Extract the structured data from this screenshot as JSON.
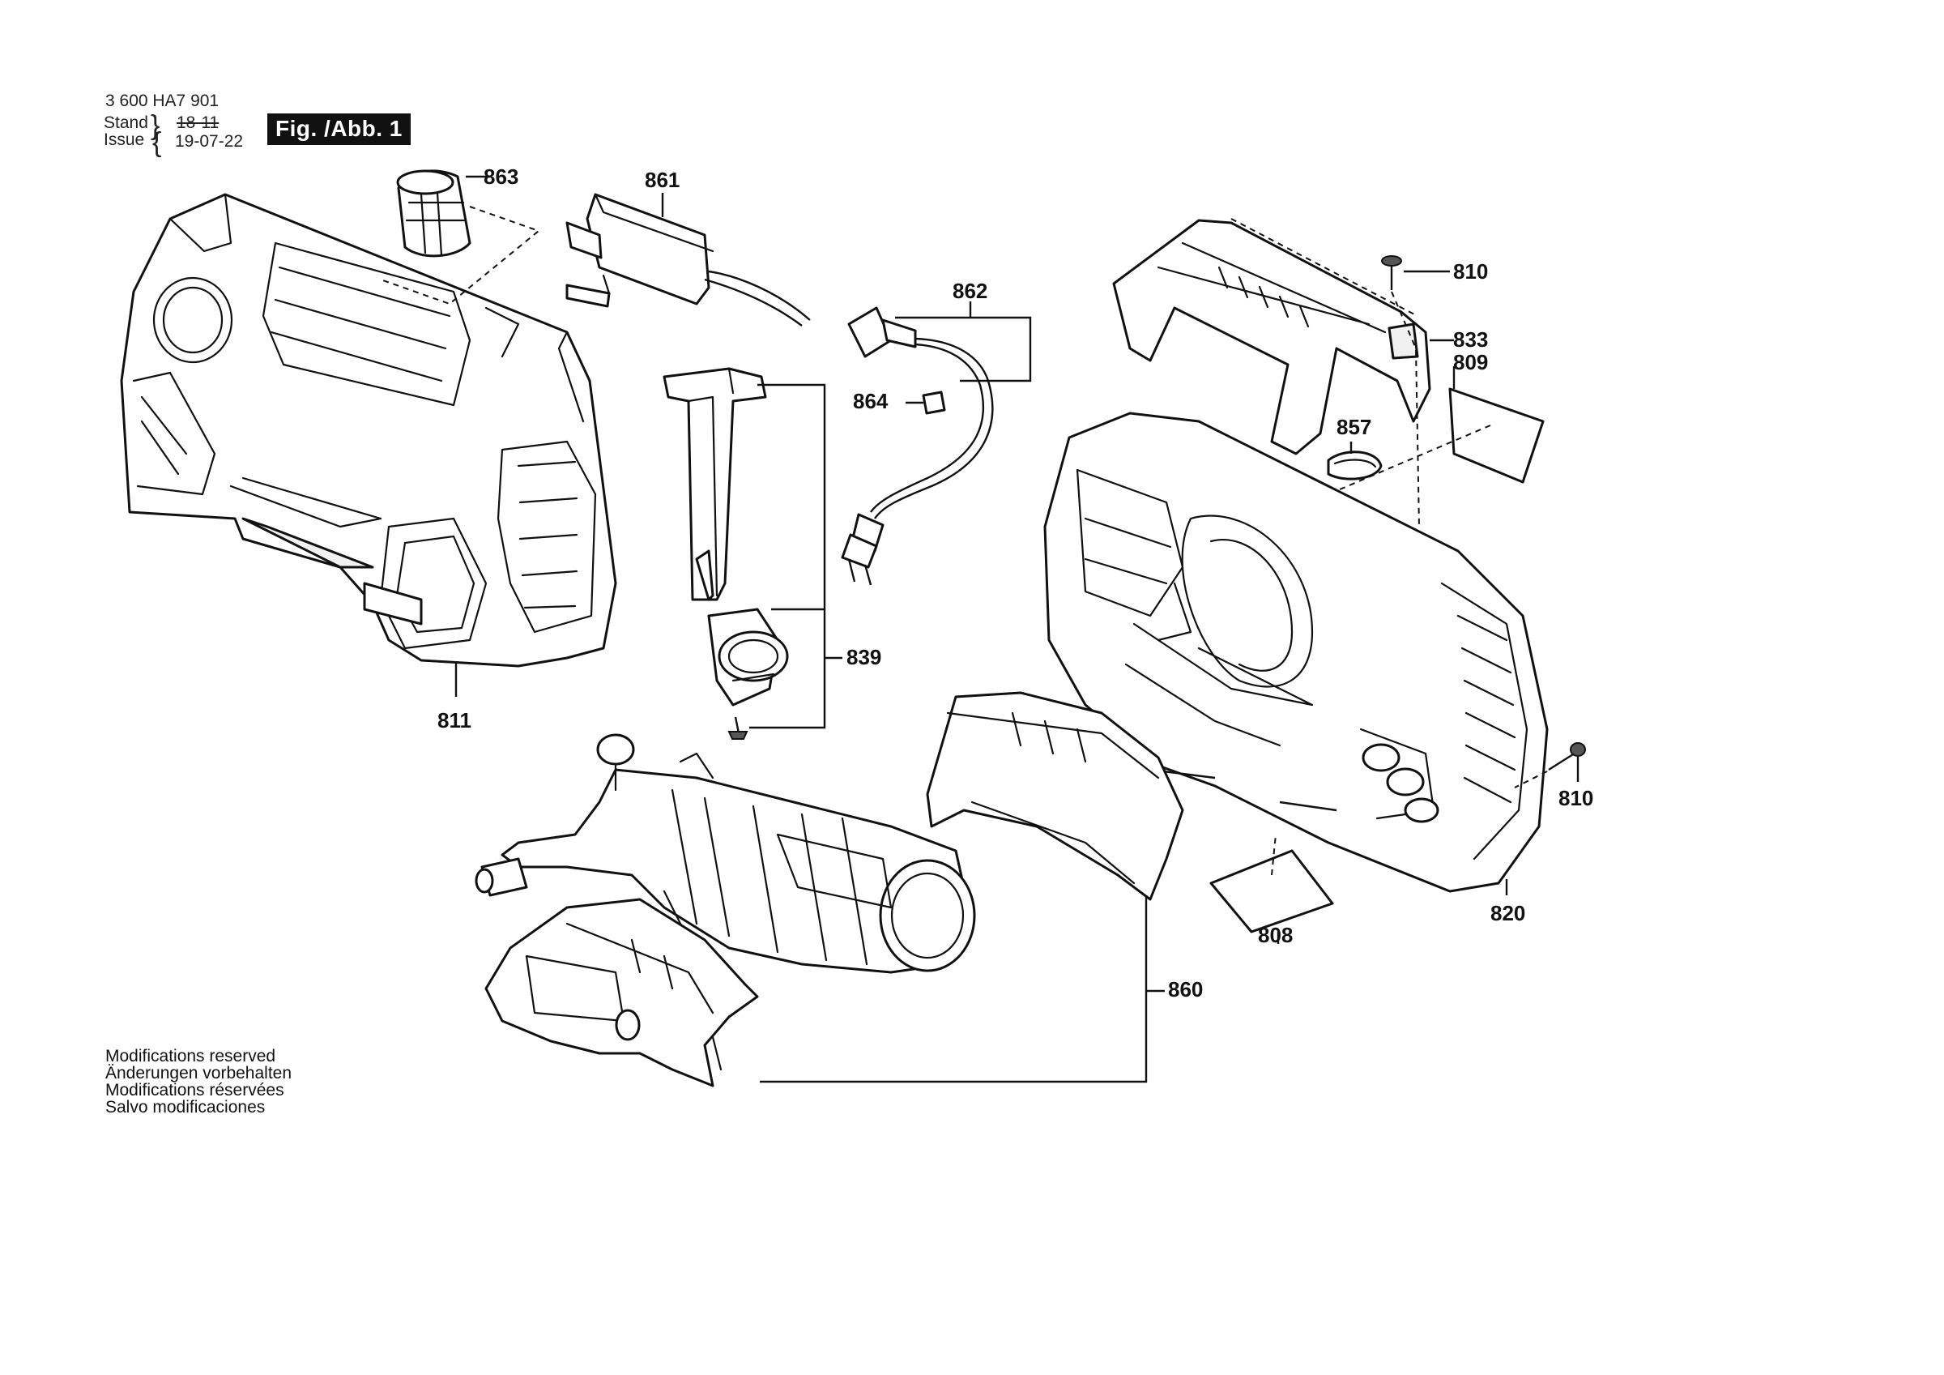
{
  "header": {
    "doc_number": "3 600 HA7 901",
    "stand_label": "Stand",
    "issue_label": "Issue",
    "old_date": "18-11",
    "new_date": "19-07-22",
    "figure_label": "Fig. /Abb. 1"
  },
  "modifications": [
    "Modifications reserved",
    "Änderungen vorbehalten",
    "Modifications réservées",
    "Salvo modificaciones"
  ],
  "callouts": {
    "c811": "811",
    "c863": "863",
    "c861": "861",
    "c862": "862",
    "c864": "864",
    "c839": "839",
    "c810a": "810",
    "c833": "833",
    "c809": "809",
    "c857": "857",
    "c810b": "810",
    "c808": "808",
    "c820": "820",
    "c860": "860"
  }
}
